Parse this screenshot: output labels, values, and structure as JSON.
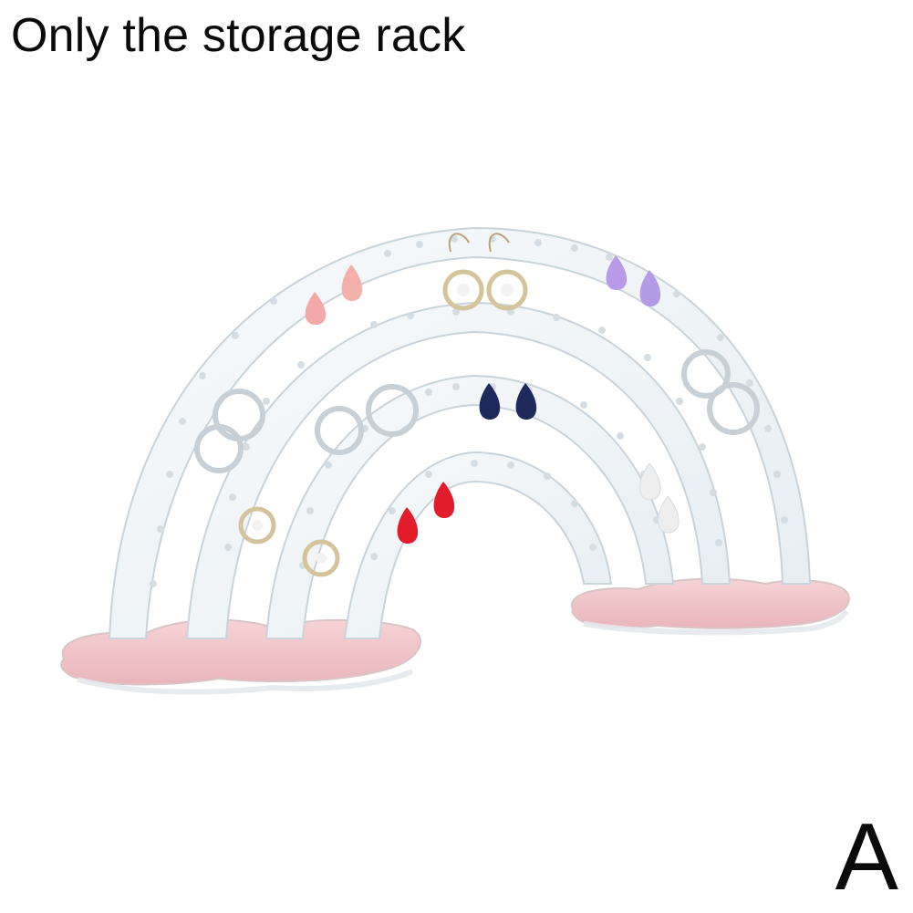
{
  "caption": "Only the storage rack",
  "variant_label": "A",
  "product": {
    "rack_style": "rainbow-arches",
    "arch_count": 4,
    "base_shape": "cloud",
    "base_color": "#f1c4c8",
    "material_tint": "#eef3f6",
    "earrings": [
      {
        "kind": "teardrop-stud",
        "color": "#f4a9a8"
      },
      {
        "kind": "flower-hook",
        "color": "#d9c9a6"
      },
      {
        "kind": "teardrop-stud",
        "color": "#b79ae8"
      },
      {
        "kind": "hoop-hook",
        "color": "#d8dde2"
      },
      {
        "kind": "flower-hook",
        "color": "#d8dde2"
      },
      {
        "kind": "hoop-hook",
        "color": "#d8dde2"
      },
      {
        "kind": "teardrop-stud",
        "color": "#1e2a5c"
      },
      {
        "kind": "flower-hook",
        "color": "#d9c9a6"
      },
      {
        "kind": "teardrop-stud",
        "color": "#e21c2a"
      },
      {
        "kind": "teardrop-stud",
        "color": "#eeeeee"
      }
    ]
  }
}
